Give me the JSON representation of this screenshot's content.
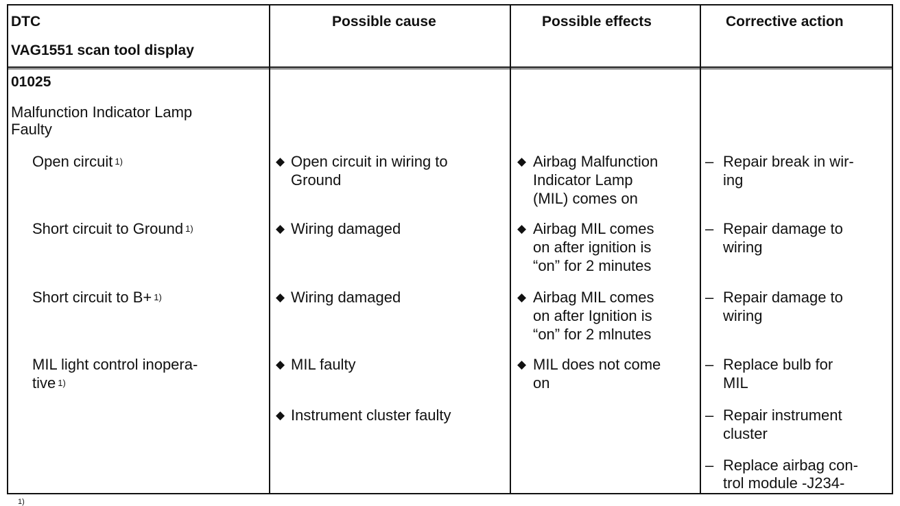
{
  "header": {
    "col1_line1": "DTC",
    "col1_line2": "VAG1551 scan tool display",
    "col2": "Possible cause",
    "col3": "Possible effects",
    "col4": "Corrective action"
  },
  "dtc": {
    "code": "01025",
    "desc_line1": "Malfunction Indicator Lamp",
    "desc_line2": "Faulty"
  },
  "footnote_mark": "1)",
  "rows": [
    {
      "condition": [
        "Open circuit"
      ],
      "cause": [
        "Open circuit in wiring to",
        "Ground"
      ],
      "effect": [
        "Airbag Malfunction",
        "Indicator Lamp",
        "(MIL) comes on"
      ],
      "action": [
        "Repair break in wir-",
        "ing"
      ]
    },
    {
      "condition": [
        "Short circuit to Ground"
      ],
      "cause": [
        "Wiring damaged"
      ],
      "effect": [
        "Airbag MIL comes",
        "on after ignition is",
        "“on” for 2 minutes"
      ],
      "action": [
        "Repair damage to",
        "wiring"
      ]
    },
    {
      "condition": [
        "Short circuit to B+"
      ],
      "cause": [
        "Wiring damaged"
      ],
      "effect": [
        "Airbag MIL comes",
        "on after Ignition is",
        "“on” for 2 mlnutes"
      ],
      "action": [
        "Repair damage to",
        "wiring"
      ]
    },
    {
      "condition": [
        "MIL light control inopera-",
        "tive"
      ],
      "cause": [
        "MIL faulty"
      ],
      "effect": [
        "MIL does not come",
        "on"
      ],
      "action": [
        "Replace bulb for",
        "MIL"
      ]
    }
  ],
  "extra_cause": [
    "Instrument cluster faulty"
  ],
  "extra_actions": [
    [
      "Repair instrument",
      "cluster"
    ],
    [
      "Replace airbag con-",
      "trol module -J234-"
    ]
  ]
}
